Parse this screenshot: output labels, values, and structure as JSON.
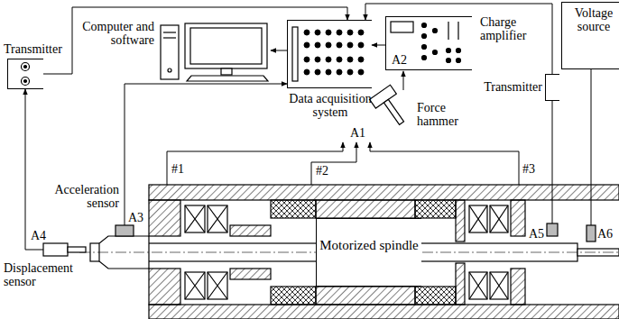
{
  "diagram": {
    "nodes": [
      {
        "text": [
          "Computer and software"
        ]
      },
      {
        "text": [
          "Data acquisition system"
        ]
      },
      {
        "text": [
          "A2",
          "Charge amplifier"
        ]
      },
      {
        "text": [
          "Voltage source"
        ]
      },
      {
        "text": [
          "Transmitter"
        ]
      },
      {
        "text": [
          "Transmitter"
        ]
      },
      {
        "text": [
          "Motorized spindle"
        ]
      }
    ],
    "edges": [
      {
        "from": 1,
        "to": 0,
        "arrow": "to"
      },
      {
        "from": 2,
        "to": 1,
        "arrow": "to"
      },
      {
        "from": 4,
        "to": 1,
        "arrow": "to"
      },
      {
        "from": 5,
        "to": 1,
        "arrow": "to"
      }
    ],
    "labels": [
      "A1",
      "Force hammer",
      "#1",
      "#2",
      "#3",
      "Acceleration sensor",
      "A3",
      "A4",
      "Displacement sensor",
      "A5",
      "A6"
    ]
  }
}
